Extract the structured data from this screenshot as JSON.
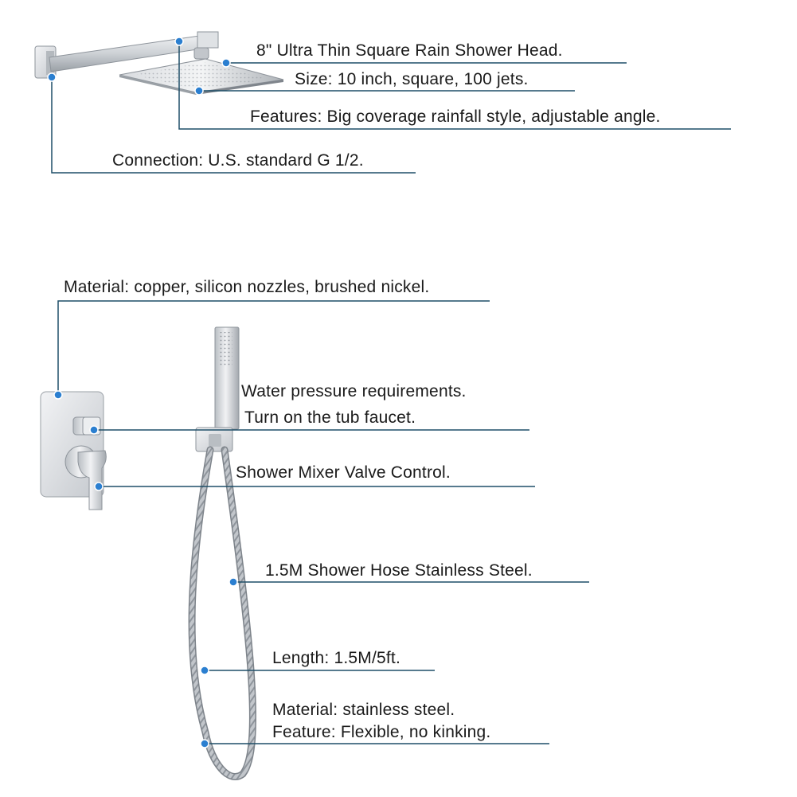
{
  "colors": {
    "line": "#1f4f68",
    "dot": "#2b7fd0",
    "metal_light": "#e9ebee",
    "metal_mid": "#c9cdd2",
    "metal_dark": "#8e949b"
  },
  "shower_head": {
    "title": "8\" Ultra Thin Square Rain Shower Head.",
    "size": "Size: 10 inch, square, 100 jets.",
    "features": "Features: Big coverage rainfall style, adjustable angle.",
    "connection": "Connection: U.S. standard G 1/2."
  },
  "mixer": {
    "material": "Material: copper, silicon nozzles, brushed nickel.",
    "water_pressure": "Water pressure requirements.",
    "tub_faucet": "Turn on the tub faucet.",
    "valve_control": "Shower Mixer Valve Control."
  },
  "hose": {
    "title": "1.5M Shower Hose Stainless Steel.",
    "length": "Length: 1.5M/5ft.",
    "material": "Material: stainless steel.",
    "feature": "Feature: Flexible, no kinking."
  }
}
